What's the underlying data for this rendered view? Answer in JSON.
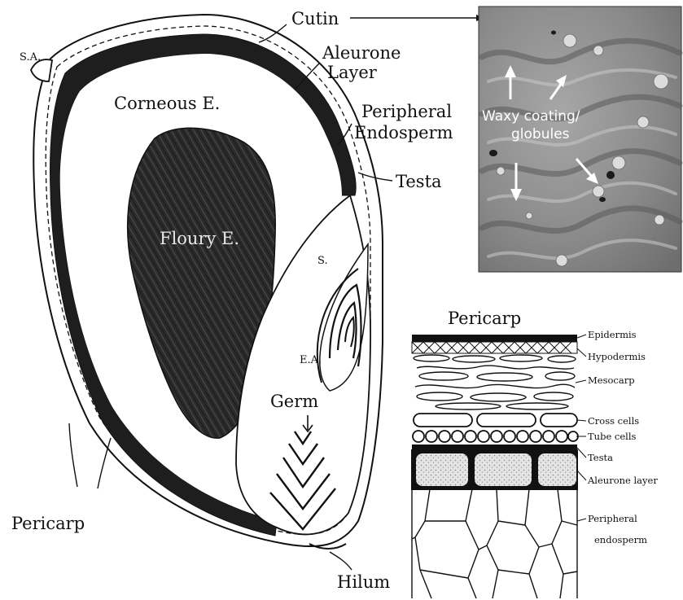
{
  "kernel_labels": {
    "cutin": "Cutin",
    "sa": "S.A.",
    "aleurone_line1": "Aleurone",
    "aleurone_line2": "Layer",
    "corneous": "Corneous E.",
    "peripheral_line1": "Peripheral",
    "peripheral_line2": "Endosperm",
    "testa": "Testa",
    "floury": "Floury E.",
    "scutellum": "S.",
    "ea": "E.A.",
    "germ": "Germ",
    "pericarp": "Pericarp",
    "hilum": "Hilum"
  },
  "sem_image": {
    "label_line1": "Waxy coating/",
    "label_line2": "globules"
  },
  "pericarp_section": {
    "title": "Pericarp",
    "layers": [
      "Epidermis",
      "Hypodermis",
      "Mesocarp",
      "Cross cells",
      "Tube cells",
      "Testa",
      "Aleurone layer"
    ],
    "peripheral_line1": "Peripheral",
    "peripheral_line2": "endosperm"
  },
  "colors": {
    "ink": "#111111",
    "dark_tissue": "#2a2a2a",
    "sem_background": "#8a8a8a"
  }
}
